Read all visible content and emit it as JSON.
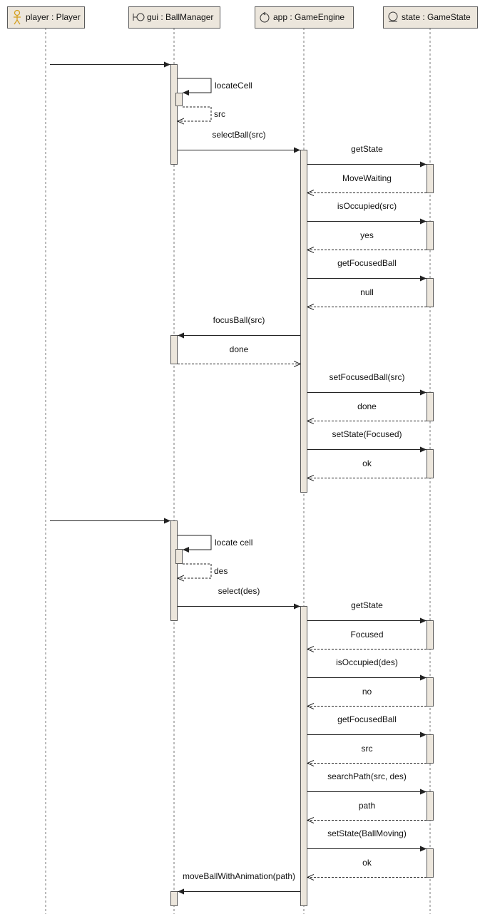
{
  "participants": [
    {
      "id": "player",
      "label": "player : Player",
      "icon": "actor-icon"
    },
    {
      "id": "gui",
      "label": "gui : BallManager",
      "icon": "boundary-icon"
    },
    {
      "id": "app",
      "label": "app : GameEngine",
      "icon": "control-icon"
    },
    {
      "id": "state",
      "label": "state : GameState",
      "icon": "entity-icon"
    }
  ],
  "messages": [
    {
      "from": "player",
      "to": "gui",
      "label": "",
      "kind": "call"
    },
    {
      "from": "gui",
      "to": "gui",
      "label": "locateCell",
      "kind": "self"
    },
    {
      "from": "gui",
      "to": "gui",
      "label": "src",
      "kind": "self-return"
    },
    {
      "from": "gui",
      "to": "app",
      "label": "selectBall(src)",
      "kind": "call"
    },
    {
      "from": "app",
      "to": "state",
      "label": "getState",
      "kind": "call"
    },
    {
      "from": "state",
      "to": "app",
      "label": "MoveWaiting",
      "kind": "return"
    },
    {
      "from": "app",
      "to": "state",
      "label": "isOccupied(src)",
      "kind": "call"
    },
    {
      "from": "state",
      "to": "app",
      "label": "yes",
      "kind": "return"
    },
    {
      "from": "app",
      "to": "state",
      "label": "getFocusedBall",
      "kind": "call"
    },
    {
      "from": "state",
      "to": "app",
      "label": "null",
      "kind": "return"
    },
    {
      "from": "app",
      "to": "gui",
      "label": "focusBall(src)",
      "kind": "call"
    },
    {
      "from": "gui",
      "to": "app",
      "label": "done",
      "kind": "return"
    },
    {
      "from": "app",
      "to": "state",
      "label": "setFocusedBall(src)",
      "kind": "call"
    },
    {
      "from": "state",
      "to": "app",
      "label": "done",
      "kind": "return"
    },
    {
      "from": "app",
      "to": "state",
      "label": "setState(Focused)",
      "kind": "call"
    },
    {
      "from": "state",
      "to": "app",
      "label": "ok",
      "kind": "return"
    },
    {
      "from": "player",
      "to": "gui",
      "label": "",
      "kind": "call"
    },
    {
      "from": "gui",
      "to": "gui",
      "label": "locate cell",
      "kind": "self"
    },
    {
      "from": "gui",
      "to": "gui",
      "label": "des",
      "kind": "self-return"
    },
    {
      "from": "gui",
      "to": "app",
      "label": "select(des)",
      "kind": "call"
    },
    {
      "from": "app",
      "to": "state",
      "label": "getState",
      "kind": "call"
    },
    {
      "from": "state",
      "to": "app",
      "label": "Focused",
      "kind": "return"
    },
    {
      "from": "app",
      "to": "state",
      "label": "isOccupied(des)",
      "kind": "call"
    },
    {
      "from": "state",
      "to": "app",
      "label": "no",
      "kind": "return"
    },
    {
      "from": "app",
      "to": "state",
      "label": "getFocusedBall",
      "kind": "call"
    },
    {
      "from": "state",
      "to": "app",
      "label": "src",
      "kind": "return"
    },
    {
      "from": "app",
      "to": "state",
      "label": "searchPath(src, des)",
      "kind": "call"
    },
    {
      "from": "state",
      "to": "app",
      "label": "path",
      "kind": "return"
    },
    {
      "from": "app",
      "to": "state",
      "label": "setState(BallMoving)",
      "kind": "call"
    },
    {
      "from": "state",
      "to": "app",
      "label": "ok",
      "kind": "return"
    },
    {
      "from": "app",
      "to": "gui",
      "label": "moveBallWithAnimation(path)",
      "kind": "call"
    }
  ],
  "colors": {
    "header_fill": "#ece6dc",
    "activation_fill": "#ece6dc",
    "border": "#5a5a5a",
    "line": "#222222",
    "lifeline": "#777777",
    "actor_icon": "#d4a020"
  }
}
